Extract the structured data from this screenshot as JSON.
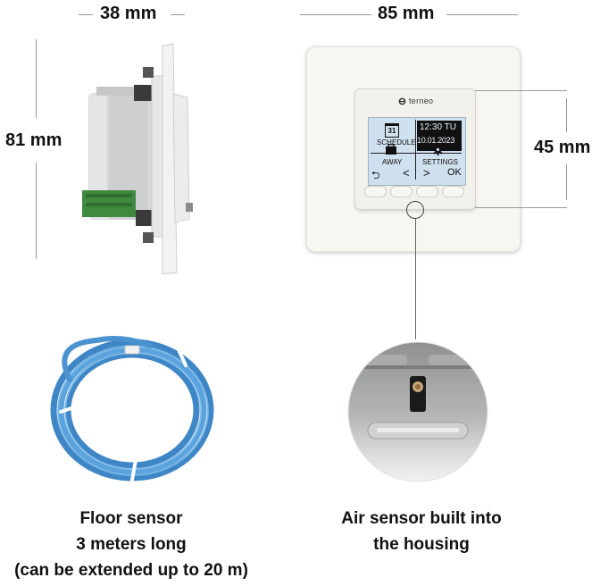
{
  "dimensions": {
    "side_width": "38 mm",
    "front_width": "85 mm",
    "height": "81 mm",
    "display_height": "45 mm"
  },
  "device": {
    "brand": "terneo",
    "time": "12:30 TU",
    "date": "10.01.2023",
    "menu": {
      "schedule": "SCHEDULE",
      "away": "AWAY",
      "settings": "SETTINGS",
      "calendar_day": "31",
      "back": "⮌",
      "left": "<",
      "right": ">",
      "ok": "OK"
    }
  },
  "captions": {
    "floor_sensor": [
      "Floor sensor",
      "3 meters long",
      "(can be extended up to 20 m)"
    ],
    "air_sensor": [
      "Air sensor built into",
      "the housing"
    ]
  }
}
